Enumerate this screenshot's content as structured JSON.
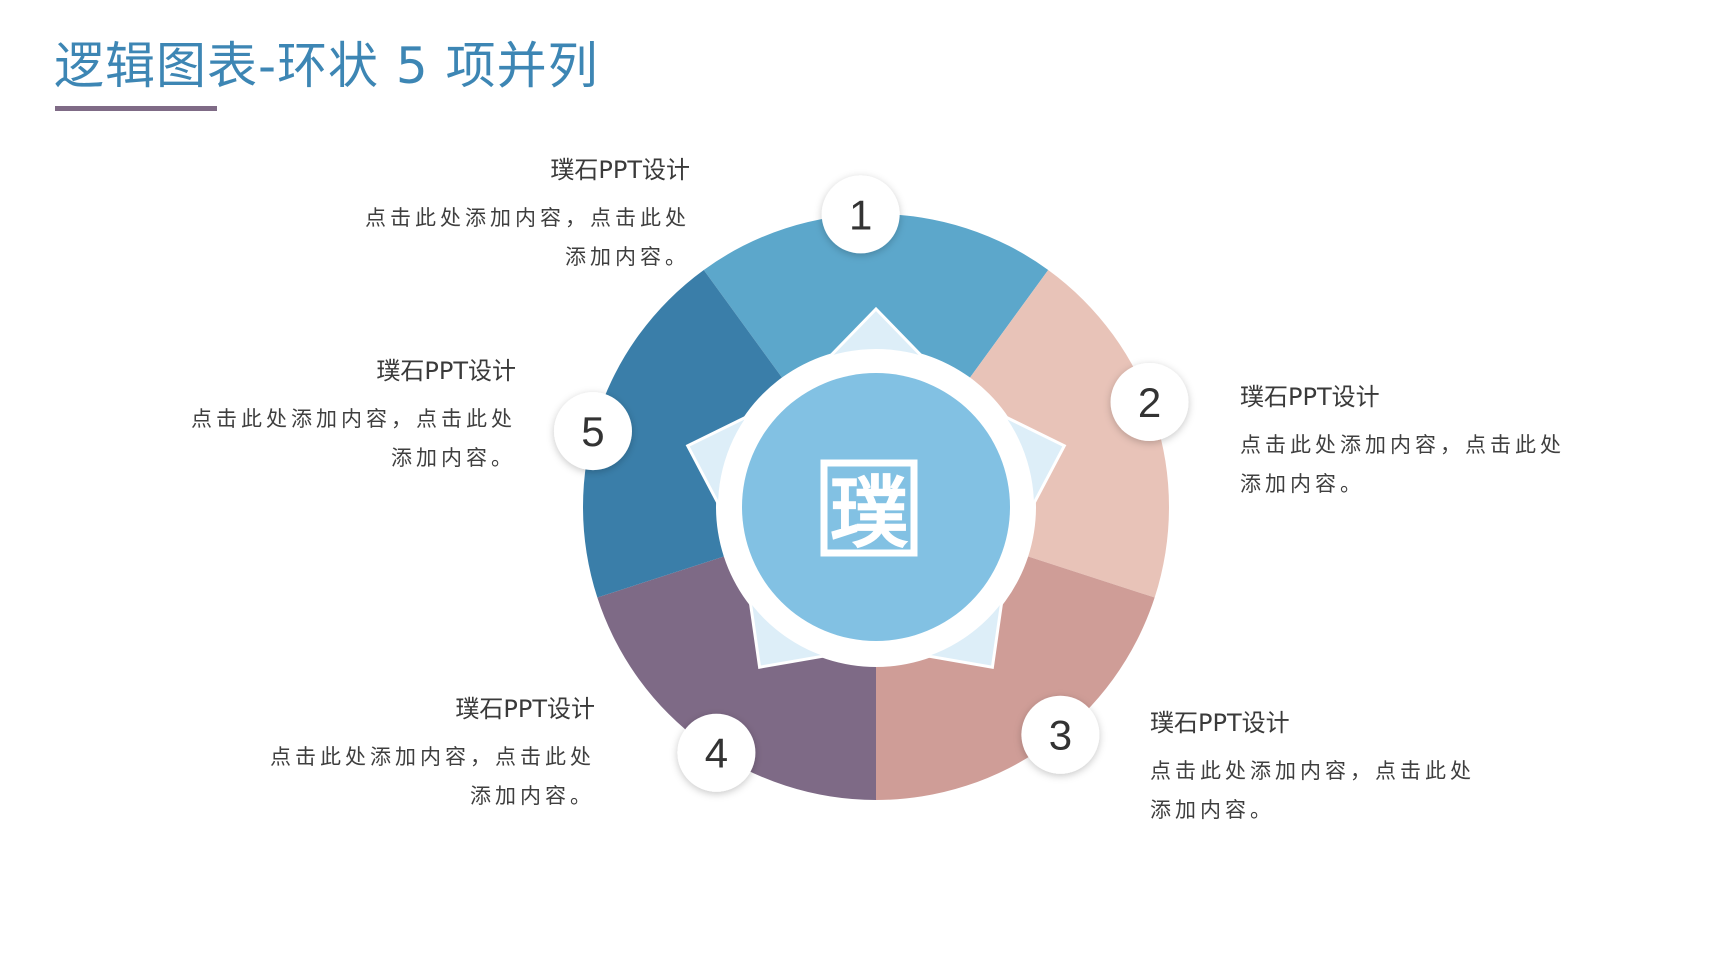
{
  "title": "逻辑图表-环状 5 项并列",
  "center_char": "璞",
  "colors": {
    "title": "#3d86b4",
    "underline": "#7f6b86",
    "segment_1": "#5ca7cb",
    "segment_2": "#e8c3b8",
    "segment_3": "#cf9d97",
    "segment_4": "#7e6a86",
    "segment_5": "#3a7ea9",
    "center_circle": "#82c1e3",
    "star": "#ddeef8"
  },
  "items": [
    {
      "number": "1",
      "heading": "璞石PPT设计",
      "desc_line1": "点击此处添加内容，点击此处",
      "desc_line2": "添加内容。"
    },
    {
      "number": "2",
      "heading": "璞石PPT设计",
      "desc_line1": "点击此处添加内容，点击此处",
      "desc_line2": "添加内容。"
    },
    {
      "number": "3",
      "heading": "璞石PPT设计",
      "desc_line1": "点击此处添加内容，点击此处",
      "desc_line2": "添加内容。"
    },
    {
      "number": "4",
      "heading": "璞石PPT设计",
      "desc_line1": "点击此处添加内容，点击此处",
      "desc_line2": "添加内容。"
    },
    {
      "number": "5",
      "heading": "璞石PPT设计",
      "desc_line1": "点击此处添加内容，点击此处",
      "desc_line2": "添加内容。"
    }
  ]
}
